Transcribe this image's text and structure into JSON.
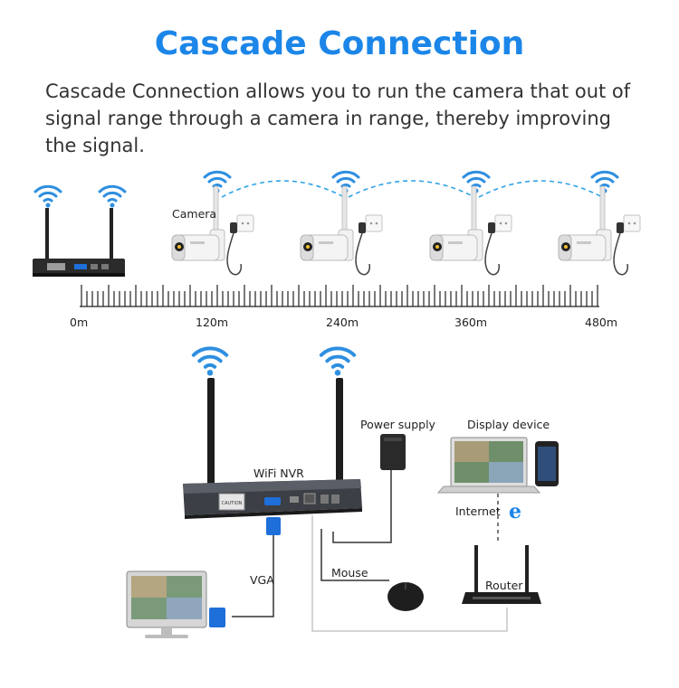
{
  "title": "Cascade Connection",
  "description": "Cascade Connection allows you to run the camera that out of signal range through a camera in range, thereby improving the signal.",
  "top_diagram": {
    "camera_label": "Camera",
    "distance_labels": [
      "0m",
      "120m",
      "240m",
      "360m",
      "480m"
    ]
  },
  "bottom_diagram": {
    "nvr_label": "WiFi NVR",
    "power_label": "Power supply",
    "display_label": "Display device",
    "internet_label": "Internet",
    "vga_label": "VGA",
    "mouse_label": "Mouse",
    "router_label": "Router",
    "caution_text": "CAUTION"
  },
  "colors": {
    "title": "#1b86e8",
    "wifi": "#2e8fe0",
    "dashed_link": "#2fa3e6"
  }
}
